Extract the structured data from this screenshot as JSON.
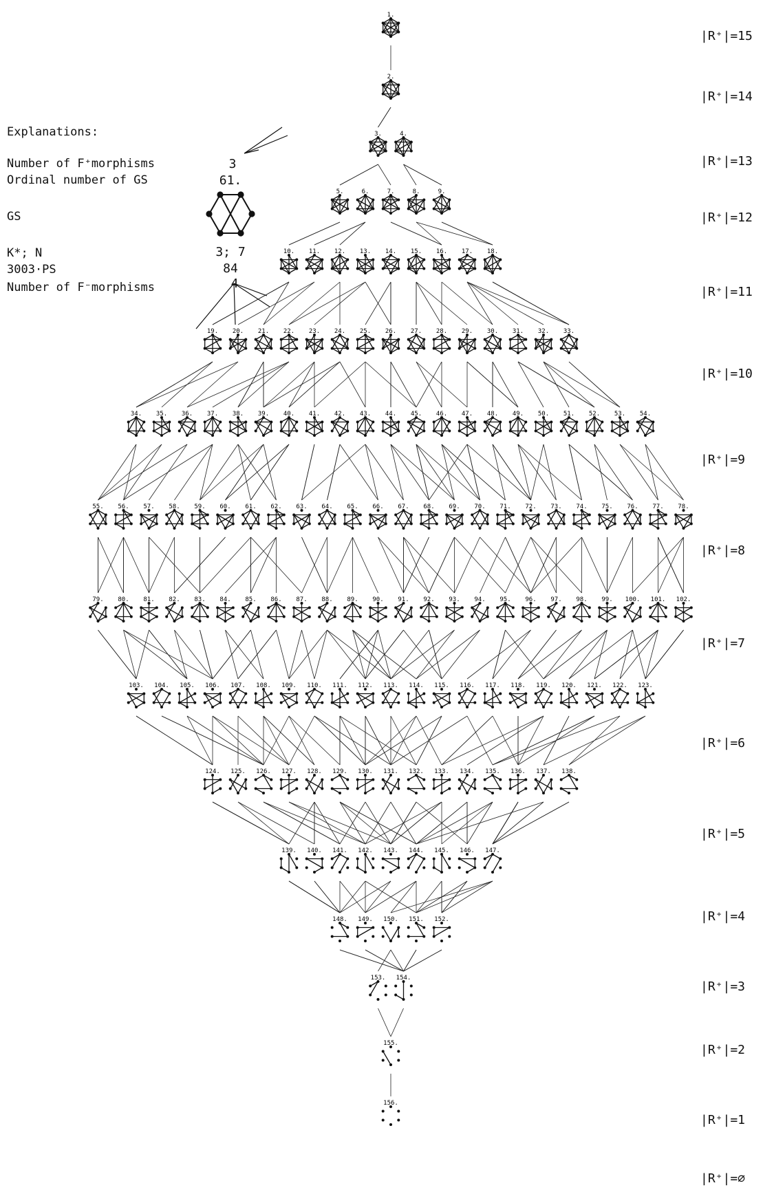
{
  "explanations": {
    "heading": "Explanations:",
    "rows": [
      {
        "label": "Number of F⁺morphisms",
        "value": "3"
      },
      {
        "label": "Ordinal number of GS",
        "value": "61."
      },
      {
        "label": "GS",
        "value": ""
      },
      {
        "label": "K*; N",
        "value": "3; 7"
      },
      {
        "label": "3003·PS",
        "value": "84"
      },
      {
        "label": "Number of F⁻morphisms",
        "value": "4"
      }
    ]
  },
  "levels": [
    {
      "label": "|R⁺|=15",
      "first": 1,
      "count": 1
    },
    {
      "label": "|R⁺|=14",
      "first": 2,
      "count": 1
    },
    {
      "label": "|R⁺|=13",
      "first": 3,
      "count": 2
    },
    {
      "label": "|R⁺|=12",
      "first": 5,
      "count": 5
    },
    {
      "label": "|R⁺|=11",
      "first": 10,
      "count": 9
    },
    {
      "label": "|R⁺|=10",
      "first": 19,
      "count": 15
    },
    {
      "label": "|R⁺|=9",
      "first": 34,
      "count": 21
    },
    {
      "label": "|R⁺|=8",
      "first": 55,
      "count": 24
    },
    {
      "label": "|R⁺|=7",
      "first": 79,
      "count": 24
    },
    {
      "label": "|R⁺|=6",
      "first": 103,
      "count": 21
    },
    {
      "label": "|R⁺|=5",
      "first": 124,
      "count": 15
    },
    {
      "label": "|R⁺|=4",
      "first": 139,
      "count": 9
    },
    {
      "label": "|R⁺|=3",
      "first": 148,
      "count": 5
    },
    {
      "label": "|R⁺|=2",
      "first": 153,
      "count": 2
    },
    {
      "label": "|R⁺|=1",
      "first": 155,
      "count": 1
    },
    {
      "label": "|R⁺|=∅",
      "first": 156,
      "count": 1
    }
  ]
}
